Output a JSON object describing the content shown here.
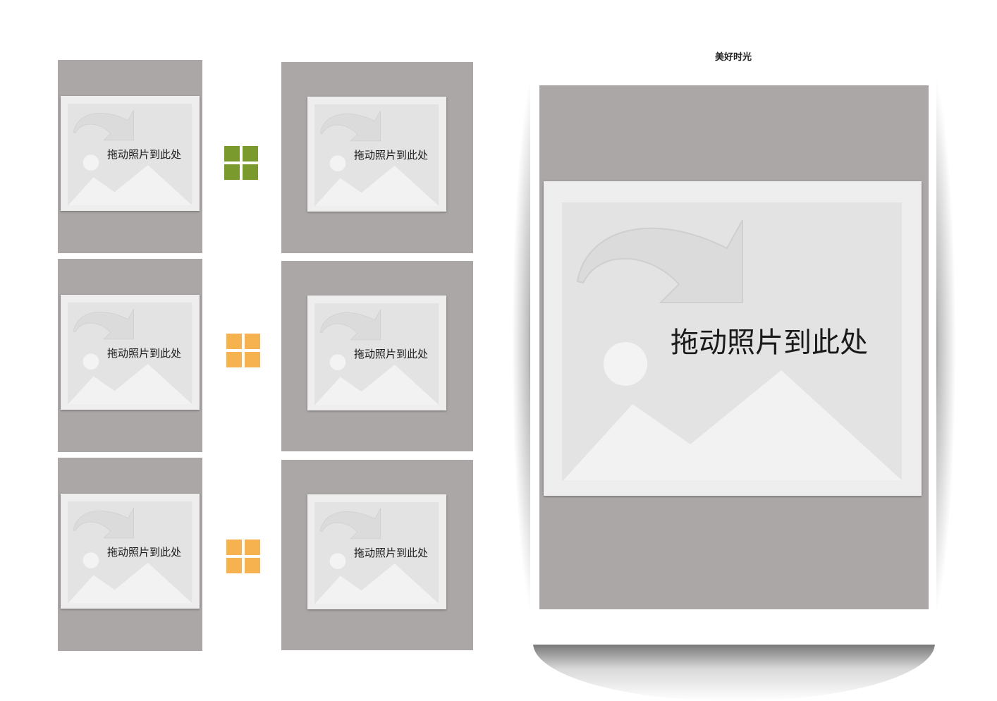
{
  "thumbnails": {
    "drop_label": "拖动照片到此处",
    "rows": [
      {
        "layout_icon_color": "#7a9a2e",
        "selected": true
      },
      {
        "layout_icon_color": "#f5b24e",
        "selected": false
      },
      {
        "layout_icon_color": "#f5b24e",
        "selected": false
      }
    ]
  },
  "preview": {
    "title": "美好时光",
    "drop_label": "拖动照片到此处"
  },
  "colors": {
    "slot_bg": "#aba7a6",
    "placeholder_bg": "#efeeee",
    "selected_icon": "#7a9a2e",
    "unselected_icon": "#f5b24e"
  }
}
